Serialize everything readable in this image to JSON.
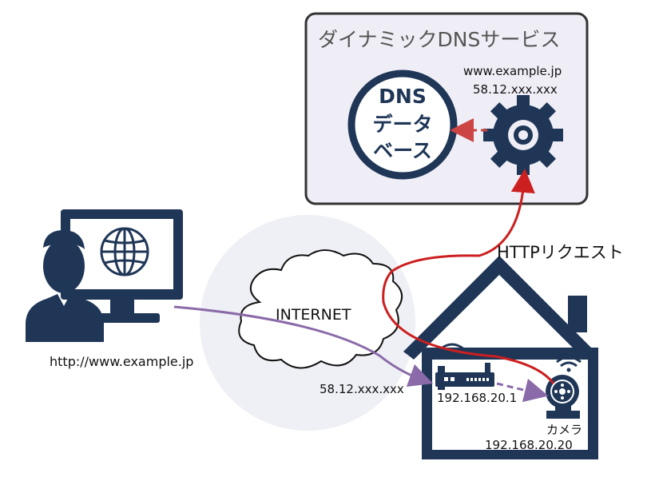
{
  "service": {
    "title": "ダイナミックDNSサービス"
  },
  "dns_database": {
    "line1": "DNS",
    "line2": "データ",
    "line3": "ベース"
  },
  "record": {
    "domain": "www.example.jp",
    "ip": "58.12.xxx.xxx"
  },
  "http_request": {
    "label": "HTTPリクエスト"
  },
  "internet": {
    "label": "INTERNET"
  },
  "client": {
    "url": "http://www.example.jp"
  },
  "router": {
    "wan_ip": "58.12.xxx.xxx",
    "lan_ip": "192.168.20.1"
  },
  "camera": {
    "label": "カメラ",
    "ip": "192.168.20.20"
  },
  "colors": {
    "navy": "#1f3657",
    "service_bg": "#efeef6",
    "red_arrow": "#cc1f1f",
    "dashed_red": "#cc4444",
    "purple": "#8a6aa8",
    "cloud_halo": "#eff0f5"
  }
}
